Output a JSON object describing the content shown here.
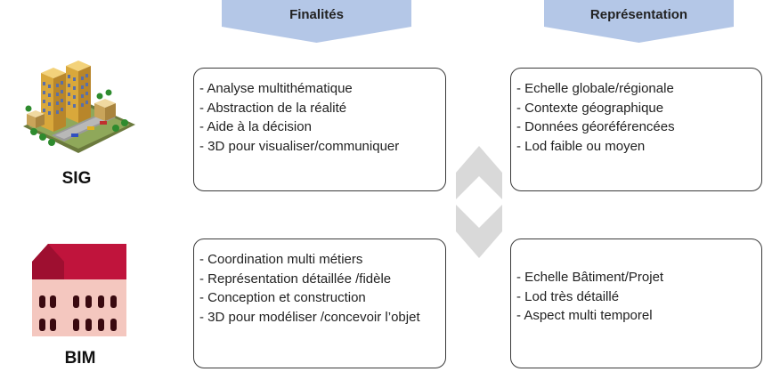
{
  "headers": {
    "finalites": "Finalités",
    "representation": "Représentation"
  },
  "rows": [
    {
      "name": "SIG",
      "icon": "city-buildings-icon",
      "finalites": [
        "- Analyse multithématique",
        "- Abstraction de la réalité",
        "- Aide à la décision",
        "- 3D pour visualiser/communiquer"
      ],
      "representation": [
        "- Echelle globale/régionale",
        "- Contexte géographique",
        "- Données géoréférencées",
        "- Lod faible ou moyen"
      ]
    },
    {
      "name": "BIM",
      "icon": "building-icon",
      "finalites": [
        "- Coordination multi métiers",
        "- Représentation détaillée /fidèle",
        "- Conception et construction",
        "- 3D pour modéliser /concevoir l’objet"
      ],
      "representation": [
        "- Echelle Bâtiment/Projet",
        "- Lod très détaillé",
        "- Aspect multi temporel"
      ]
    }
  ],
  "colors": {
    "header_arrow": "#b4c7e7",
    "box_border": "#3a3a3a",
    "chevron": "#d9d9d9",
    "roof": "#c0143c",
    "wall": "#f4c7bf"
  }
}
